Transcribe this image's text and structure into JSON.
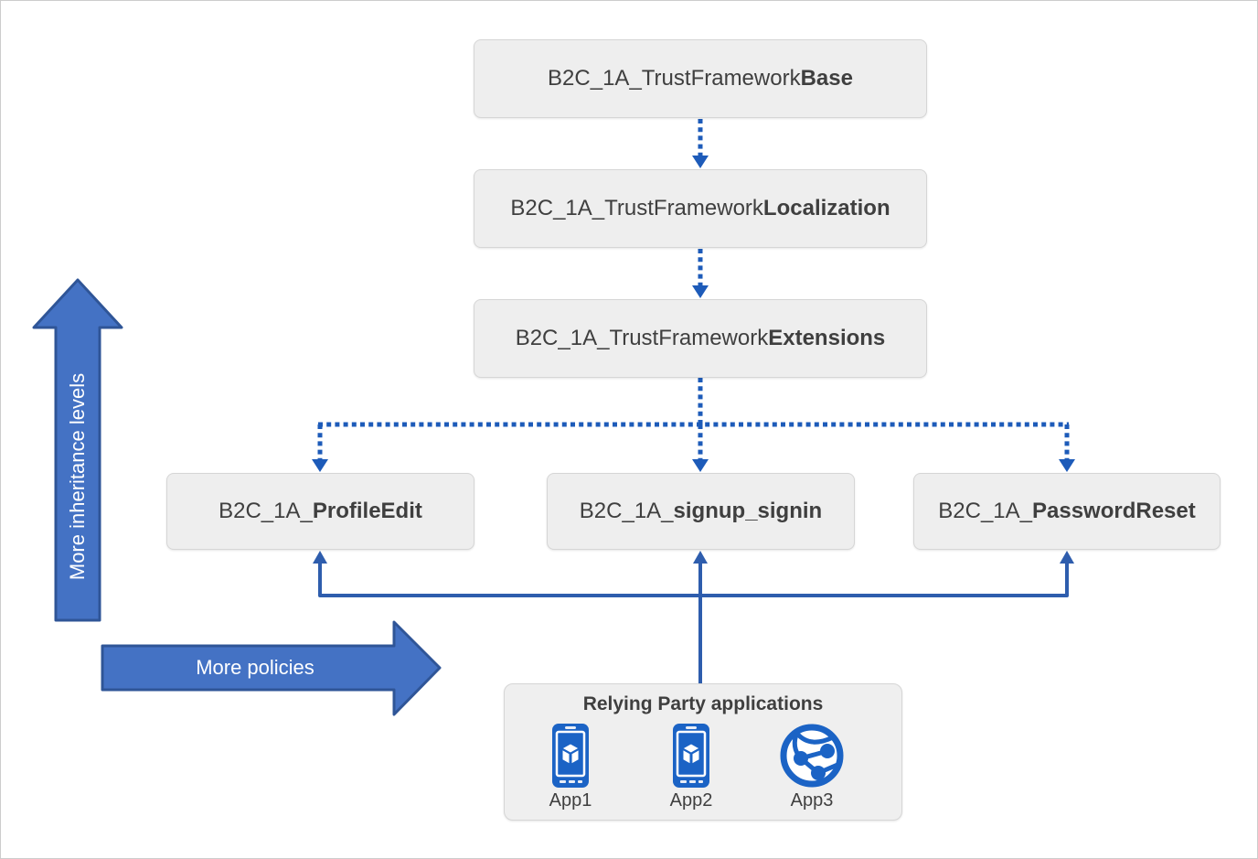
{
  "diagram": {
    "inheritance_chain": {
      "base": {
        "prefix": "B2C_1A_TrustFramework",
        "bold": "Base"
      },
      "localization": {
        "prefix": "B2C_1A_TrustFramework",
        "bold": "Localization"
      },
      "extensions": {
        "prefix": "B2C_1A_TrustFramework",
        "bold": "Extensions"
      }
    },
    "leaf_policies": {
      "profile_edit": {
        "prefix": "B2C_1A_",
        "bold": "ProfileEdit"
      },
      "signup_signin": {
        "prefix": "B2C_1A_",
        "bold": "signup_signin"
      },
      "password_reset": {
        "prefix": "B2C_1A_",
        "bold": "PasswordReset"
      }
    },
    "axis_arrows": {
      "vertical_label": "More inheritance levels",
      "horizontal_label": "More policies"
    },
    "relying_party": {
      "title": "Relying Party applications",
      "apps": [
        {
          "label": "App1",
          "icon": "mobile-app-icon"
        },
        {
          "label": "App2",
          "icon": "mobile-app-icon"
        },
        {
          "label": "App3",
          "icon": "web-globe-icon"
        }
      ]
    },
    "colors": {
      "big_arrow_fill": "#4472c4",
      "big_arrow_border": "#2f5597",
      "dotted_connector": "#1d5bb9",
      "solid_connector": "#2e5dad",
      "box_fill": "#eeeeee",
      "box_border": "#d6d6d6",
      "box_text": "#3f3f3f",
      "icon_blue": "#1b63c5"
    }
  }
}
